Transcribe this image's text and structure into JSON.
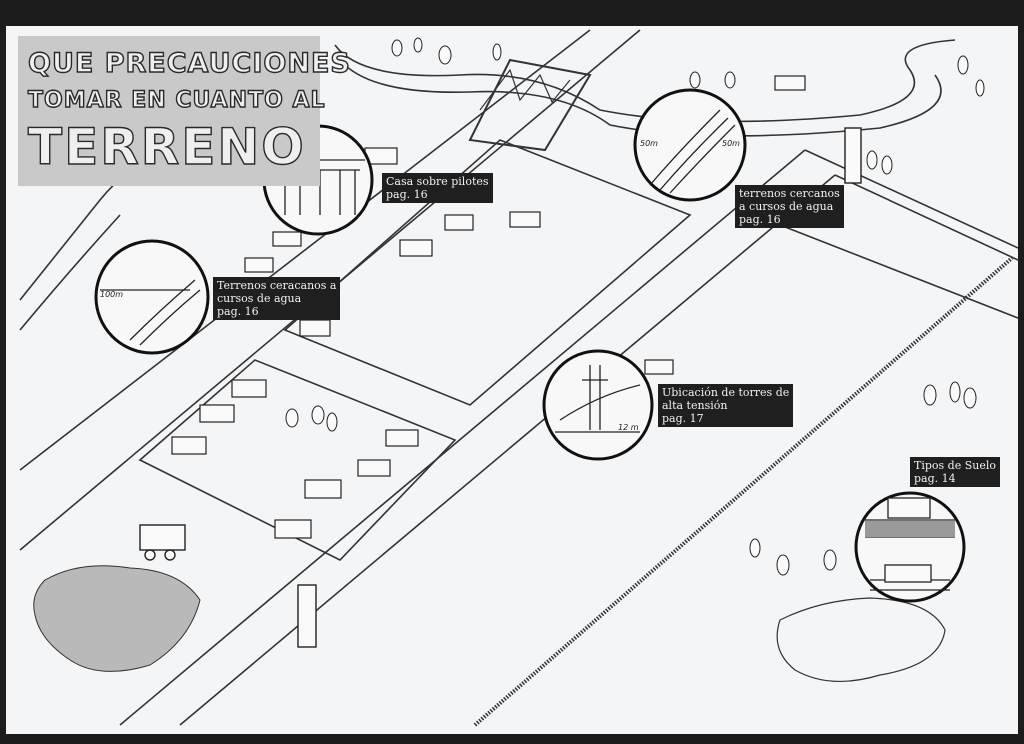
{
  "title": {
    "line1": "QUE PRECAUCIONES",
    "line2": "TOMAR EN CUANTO AL",
    "line3": "TERRENO"
  },
  "callouts": [
    {
      "id": "casa-pilotes",
      "lines": [
        "Casa sobre pilotes",
        "pag. 16"
      ]
    },
    {
      "id": "terrenos-agua-1",
      "lines": [
        "terrenos cercanos",
        "a cursos de agua",
        "pag. 16"
      ]
    },
    {
      "id": "terrenos-agua-2",
      "lines": [
        "Terrenos ceracanos a",
        "cursos de agua",
        "pag. 16"
      ]
    },
    {
      "id": "torres",
      "lines": [
        "Ubicación de torres de",
        "alta tensión",
        "pag. 17"
      ]
    },
    {
      "id": "suelo",
      "lines": [
        "Tipos de Suelo",
        "pag. 14"
      ]
    }
  ],
  "scale_labels": {
    "river_left": "50m",
    "river_right": "50m",
    "distance": "100m",
    "tower": "12 m"
  }
}
